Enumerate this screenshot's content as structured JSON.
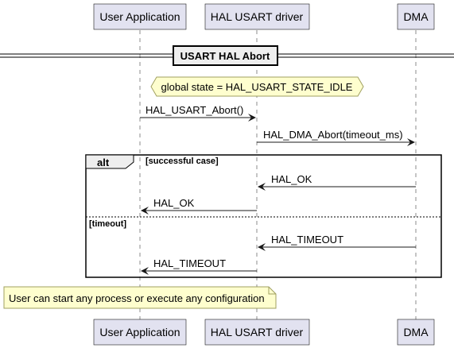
{
  "participants": [
    {
      "id": "user",
      "label": "User Application"
    },
    {
      "id": "hal",
      "label": "HAL USART driver"
    },
    {
      "id": "dma",
      "label": "DMA"
    }
  ],
  "divider": {
    "label": "USART HAL Abort"
  },
  "state_note": {
    "label": "global state = HAL_USART_STATE_IDLE"
  },
  "messages": {
    "abort_call": "HAL_USART_Abort()",
    "dma_abort_call": "HAL_DMA_Abort(timeout_ms)",
    "dma_ok": "HAL_OK",
    "return_ok": "HAL_OK",
    "dma_timeout": "HAL_TIMEOUT",
    "return_timeout": "HAL_TIMEOUT"
  },
  "alt_frame": {
    "keyword": "alt",
    "guard_success": "[successful case]",
    "guard_timeout": "[timeout]"
  },
  "final_note": {
    "label": "User can start any process or execute any configuration"
  },
  "colors": {
    "participant_fill": "#e2e2f0",
    "note_fill": "#fefece",
    "divider_fill": "#eeeeee",
    "line": "#181818"
  }
}
